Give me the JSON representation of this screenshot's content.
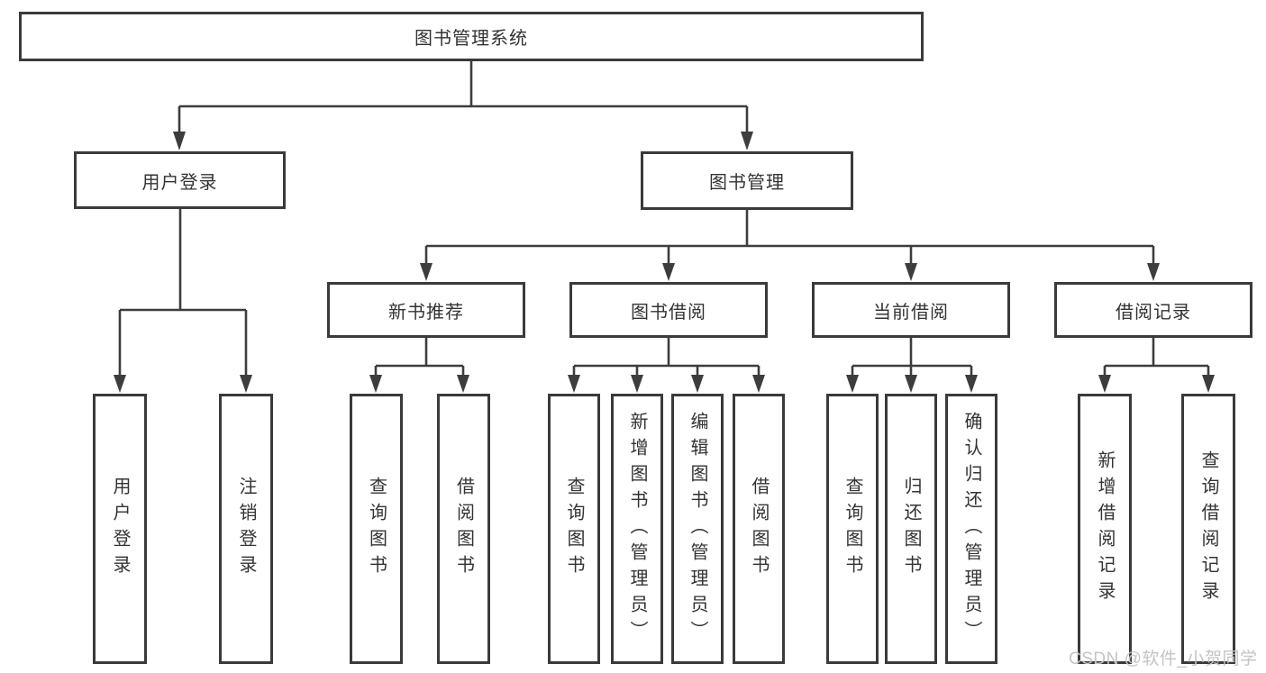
{
  "diagram": {
    "tree": {
      "root": {
        "label": "图书管理系统"
      },
      "level2": [
        {
          "id": "user-login",
          "label": "用户登录"
        },
        {
          "id": "book-management",
          "label": "图书管理"
        }
      ],
      "level3": [
        {
          "id": "new-book-recommend",
          "label": "新书推荐",
          "parent": "book-management"
        },
        {
          "id": "book-borrowing",
          "label": "图书借阅",
          "parent": "book-management"
        },
        {
          "id": "current-borrowing",
          "label": "当前借阅",
          "parent": "book-management"
        },
        {
          "id": "borrowing-records",
          "label": "借阅记录",
          "parent": "book-management"
        }
      ],
      "leaves": [
        {
          "label": "用户登录",
          "parent": "user-login"
        },
        {
          "label": "注销登录",
          "parent": "user-login"
        },
        {
          "label": "查询图书",
          "parent": "new-book-recommend"
        },
        {
          "label": "借阅图书",
          "parent": "new-book-recommend"
        },
        {
          "label": "查询图书",
          "parent": "book-borrowing"
        },
        {
          "label": "新增图书（管理员）",
          "parent": "book-borrowing"
        },
        {
          "label": "编辑图书（管理员）",
          "parent": "book-borrowing"
        },
        {
          "label": "借阅图书",
          "parent": "book-borrowing"
        },
        {
          "label": "查询图书",
          "parent": "current-borrowing"
        },
        {
          "label": "归还图书",
          "parent": "current-borrowing"
        },
        {
          "label": "确认归还（管理员）",
          "parent": "current-borrowing"
        },
        {
          "label": "新增借阅记录",
          "parent": "borrowing-records"
        },
        {
          "label": "查询借阅记录",
          "parent": "borrowing-records"
        }
      ]
    }
  },
  "watermark": {
    "text": "CSDN @软件_小贺同学"
  },
  "colors": {
    "line": "#3d3d3d",
    "border": "#3a3a3a",
    "text": "#333333",
    "background": "#ffffff",
    "watermark": "#c2c4c8"
  }
}
